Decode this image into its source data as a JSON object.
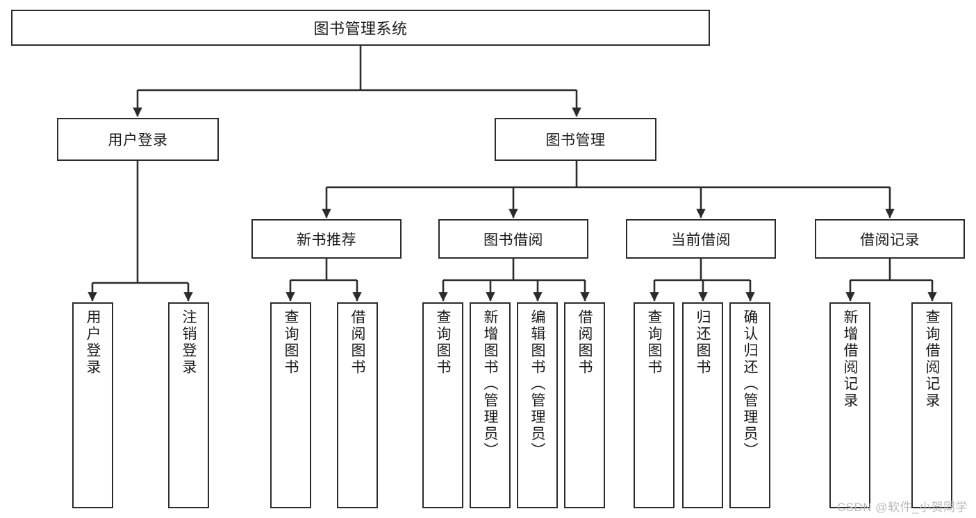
{
  "diagram": {
    "title": "图书管理系统",
    "type": "tree-hierarchy",
    "watermark": "CSDN @软件_小贺同学",
    "colors": {
      "stroke": "#2b2b2b",
      "fill": "#ffffff",
      "text": "#1a1a1a",
      "watermark": "#b9b9b9"
    },
    "levels": {
      "root": {
        "label": "图书管理系统"
      },
      "level2": [
        {
          "label": "用户登录"
        },
        {
          "label": "图书管理"
        }
      ],
      "level3": [
        {
          "label": "新书推荐"
        },
        {
          "label": "图书借阅"
        },
        {
          "label": "当前借阅"
        },
        {
          "label": "借阅记录"
        }
      ],
      "leaves": {
        "user_login": [
          {
            "label": "用户登录"
          },
          {
            "label": "注销登录"
          }
        ],
        "new_book_recommend": [
          {
            "label": "查询图书"
          },
          {
            "label": "借阅图书"
          }
        ],
        "book_borrow": [
          {
            "label": "查询图书"
          },
          {
            "label": "新增图书（管理员）"
          },
          {
            "label": "编辑图书（管理员）"
          },
          {
            "label": "借阅图书"
          }
        ],
        "current_borrow": [
          {
            "label": "查询图书"
          },
          {
            "label": "归还图书"
          },
          {
            "label": "确认归还（管理员）"
          }
        ],
        "borrow_record": [
          {
            "label": "新增借阅记录"
          },
          {
            "label": "查询借阅记录"
          }
        ]
      }
    }
  }
}
